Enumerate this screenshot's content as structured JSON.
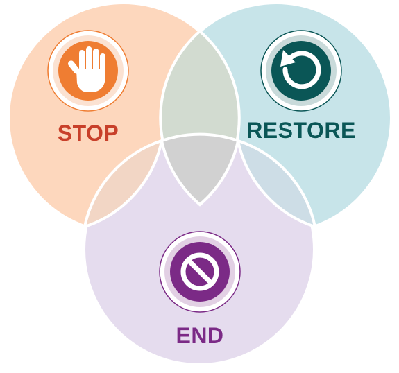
{
  "sets": [
    {
      "id": "stop",
      "label": "STOP",
      "icon": "raised-hand-icon",
      "fill_color": "#fdd7bd",
      "overlap_color": "#f2d6c5",
      "accent_color": "#ef7d32",
      "text_color": "#c8402a"
    },
    {
      "id": "restore",
      "label": "RESTORE",
      "icon": "restore-arrow-icon",
      "fill_color": "#c7e4e9",
      "overlap_color": "#cddde6",
      "accent_color": "#0a5656",
      "text_color": "#0a5656"
    },
    {
      "id": "end",
      "label": "END",
      "icon": "prohibition-icon",
      "fill_color": "#e5dcee",
      "accent_color": "#7b2a86",
      "text_color": "#7b2a86"
    }
  ],
  "overlaps": {
    "stop_restore": "#d2dbd0",
    "all_three": "#d1d1d1"
  },
  "outline_color": "#ffffff"
}
